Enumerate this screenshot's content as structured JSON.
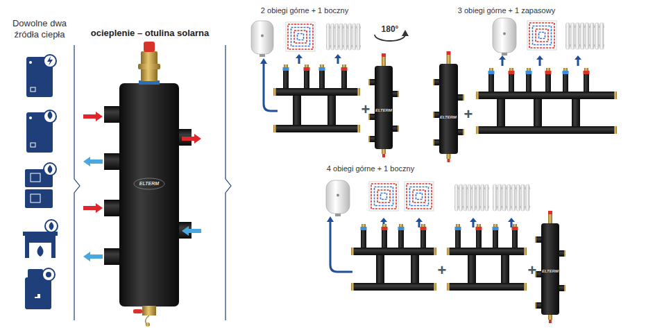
{
  "diagram": {
    "labels": [
      "Dowolne dwa źródła ciepła",
      "ocieplenie – otulina solarna",
      "ELTERM",
      "2 obiegi górne + 1 boczny",
      "180°",
      "+",
      "ELTERM",
      "3 obiegi górne + 1 zapasowy",
      "ELTERM",
      "+",
      "4 obiegi górne + 1 boczny",
      "+",
      "+",
      "ELTERM"
    ]
  }
}
